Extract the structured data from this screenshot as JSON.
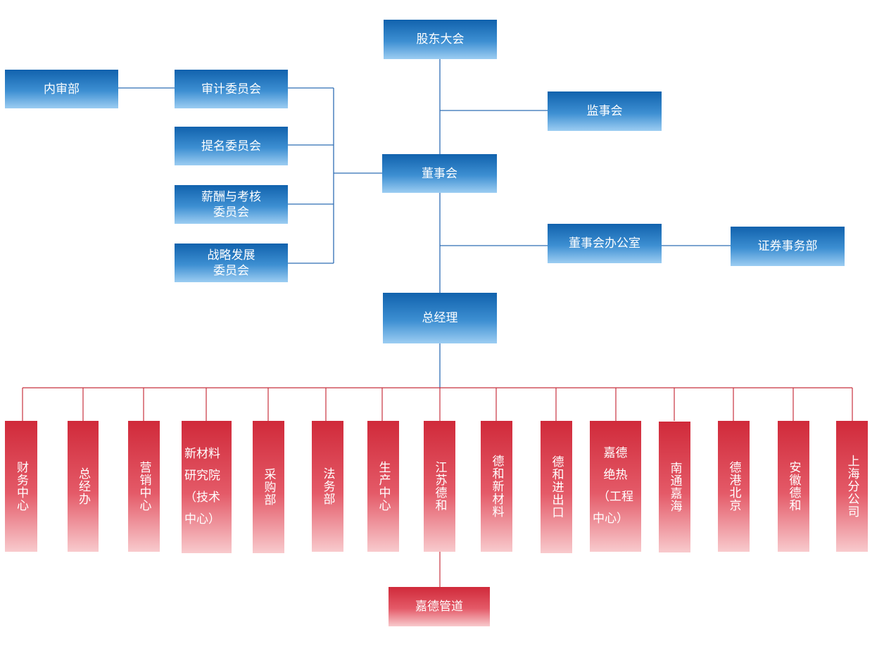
{
  "top": {
    "shareholders": "股东大会",
    "supervisors": "监事会",
    "board": "董事会",
    "board_office": "董事会办公室",
    "securities_dept": "证券事务部",
    "general_manager": "总经理"
  },
  "committees": {
    "internal_audit": "内审部",
    "audit": "审计委员会",
    "nomination": "提名委员会",
    "remuneration_line1": "薪酬与考核",
    "remuneration_line2": "委员会",
    "strategy_line1": "战略发展",
    "strategy_line2": "委员会"
  },
  "departments": [
    "财务中心",
    "总经办",
    "营销中心",
    "新材料研究院（技术中心）",
    "采购部",
    "法务部",
    "生产中心",
    "江苏德和",
    "德和新材料",
    "德和进出口",
    "嘉德绝热（工程中心）",
    "南通嘉海",
    "德港北京",
    "安徽德和",
    "上海分公司"
  ],
  "research_lines": [
    "新材料",
    "研究院",
    "（技术",
    "中心）"
  ],
  "insulation_lines": [
    "嘉德",
    "绝热",
    "（工程",
    "中心）"
  ],
  "sub_unit": "嘉德管道",
  "colors": {
    "blue_top": "#1162ad",
    "blue_bottom": "#9ccdf2",
    "red_top": "#d02a3a",
    "red_bottom": "#f8cacd",
    "blue_line": "#2f6eb5",
    "red_line": "#c8323e"
  }
}
